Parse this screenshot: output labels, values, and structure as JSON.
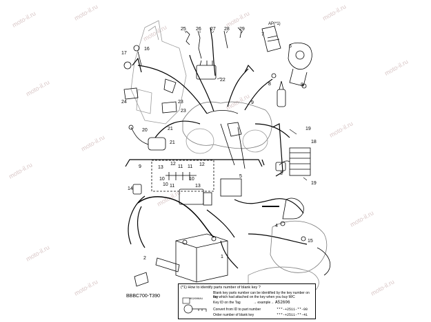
{
  "watermark": "moto-il.ru",
  "figure_code": "BBBC700-T390",
  "ap_label": "AP(*1)",
  "callouts": {
    "c1": "1",
    "c2": "2",
    "c3": "3",
    "c4": "4",
    "c5": "5",
    "c6": "6",
    "c7": "7",
    "c8a": "8",
    "c8b": "8",
    "c9a": "9",
    "c9b": "9",
    "c10a": "10",
    "c10b": "10",
    "c10c": "10",
    "c11a": "11",
    "c11b": "11",
    "c11c": "11",
    "c12a": "12",
    "c12b": "12",
    "c13a": "13",
    "c13b": "13",
    "c14": "14",
    "c15": "15",
    "c16": "16",
    "c17": "17",
    "c18": "18",
    "c19a": "19",
    "c19b": "19",
    "c20": "20",
    "c21a": "21",
    "c21b": "21",
    "c22": "22",
    "c23a": "23",
    "c23b": "23",
    "c24": "24",
    "c25": "25",
    "c26": "26",
    "c27": "27",
    "c28": "28",
    "c29": "29"
  },
  "key_note": {
    "title": "(*1) How to identify parts number of blank key ?",
    "line1": "Blank key parts number can be identified by the key number on the",
    "line2": "tag which had attached on the key when you buy M/C",
    "key_label": "Key ID on the Tag",
    "example_label": "→ example→",
    "example_value": "A52606",
    "tag_code": "A52606A1",
    "convert_label": "Convert from ID to part number",
    "order_label": "Order number of blank key",
    "pn1": "***-+2511-**-00",
    "pn2": "***-+2511-**-41"
  }
}
